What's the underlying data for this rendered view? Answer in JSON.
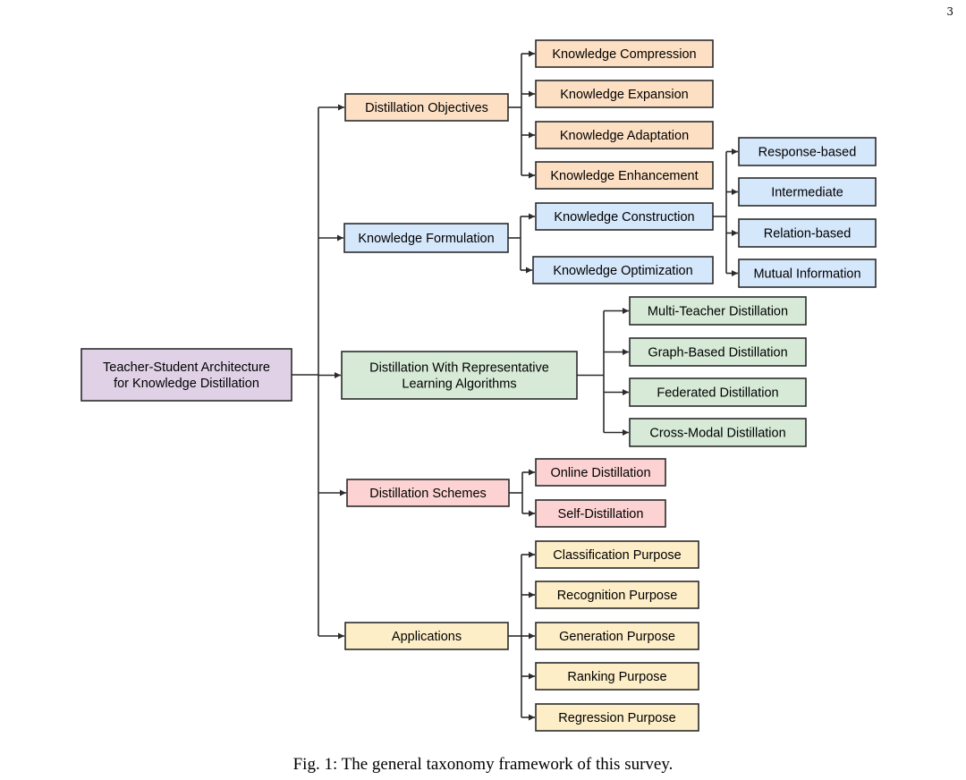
{
  "page_number": "3",
  "caption": "Fig. 1: The general taxonomy framework of this survey.",
  "colors": {
    "root": "#e0d1e7",
    "orange": "#fde0c4",
    "blue": "#d5e7fb",
    "green": "#d6ead7",
    "red": "#fcd3d2",
    "yellow": "#fdeec8",
    "stroke": "#2b2b2b"
  },
  "nodes": {
    "root": {
      "lines": [
        "Teacher-Student Architecture",
        "for Knowledge Distillation"
      ]
    },
    "distillation_objectives": {
      "lines": [
        "Distillation Objectives"
      ]
    },
    "knowledge_compression": {
      "lines": [
        "Knowledge Compression"
      ]
    },
    "knowledge_expansion": {
      "lines": [
        "Knowledge Expansion"
      ]
    },
    "knowledge_adaptation": {
      "lines": [
        "Knowledge Adaptation"
      ]
    },
    "knowledge_enhancement": {
      "lines": [
        "Knowledge Enhancement"
      ]
    },
    "knowledge_formulation": {
      "lines": [
        "Knowledge Formulation"
      ]
    },
    "knowledge_construction": {
      "lines": [
        "Knowledge Construction"
      ]
    },
    "knowledge_optimization": {
      "lines": [
        "Knowledge Optimization"
      ]
    },
    "response_based": {
      "lines": [
        "Response-based"
      ]
    },
    "intermediate": {
      "lines": [
        "Intermediate"
      ]
    },
    "relation_based": {
      "lines": [
        "Relation-based"
      ]
    },
    "mutual_information": {
      "lines": [
        "Mutual Information"
      ]
    },
    "representative_learning": {
      "lines": [
        "Distillation With Representative",
        "Learning Algorithms"
      ]
    },
    "multi_teacher": {
      "lines": [
        "Multi-Teacher Distillation"
      ]
    },
    "graph_based": {
      "lines": [
        "Graph-Based Distillation"
      ]
    },
    "federated": {
      "lines": [
        "Federated Distillation"
      ]
    },
    "cross_modal": {
      "lines": [
        "Cross-Modal Distillation"
      ]
    },
    "distillation_schemes": {
      "lines": [
        "Distillation Schemes"
      ]
    },
    "online_distillation": {
      "lines": [
        "Online Distillation"
      ]
    },
    "self_distillation": {
      "lines": [
        "Self-Distillation"
      ]
    },
    "applications": {
      "lines": [
        "Applications"
      ]
    },
    "classification_purpose": {
      "lines": [
        "Classification Purpose"
      ]
    },
    "recognition_purpose": {
      "lines": [
        "Recognition Purpose"
      ]
    },
    "generation_purpose": {
      "lines": [
        "Generation Purpose"
      ]
    },
    "ranking_purpose": {
      "lines": [
        "Ranking Purpose"
      ]
    },
    "regression_purpose": {
      "lines": [
        "Regression Purpose"
      ]
    }
  },
  "edges": [
    [
      "root",
      "distillation_objectives"
    ],
    [
      "root",
      "knowledge_formulation"
    ],
    [
      "root",
      "representative_learning"
    ],
    [
      "root",
      "distillation_schemes"
    ],
    [
      "root",
      "applications"
    ],
    [
      "distillation_objectives",
      "knowledge_compression"
    ],
    [
      "distillation_objectives",
      "knowledge_expansion"
    ],
    [
      "distillation_objectives",
      "knowledge_adaptation"
    ],
    [
      "distillation_objectives",
      "knowledge_enhancement"
    ],
    [
      "knowledge_formulation",
      "knowledge_construction"
    ],
    [
      "knowledge_formulation",
      "knowledge_optimization"
    ],
    [
      "knowledge_construction",
      "response_based"
    ],
    [
      "knowledge_construction",
      "intermediate"
    ],
    [
      "knowledge_construction",
      "relation_based"
    ],
    [
      "knowledge_construction",
      "mutual_information"
    ],
    [
      "representative_learning",
      "multi_teacher"
    ],
    [
      "representative_learning",
      "graph_based"
    ],
    [
      "representative_learning",
      "federated"
    ],
    [
      "representative_learning",
      "cross_modal"
    ],
    [
      "distillation_schemes",
      "online_distillation"
    ],
    [
      "distillation_schemes",
      "self_distillation"
    ],
    [
      "applications",
      "classification_purpose"
    ],
    [
      "applications",
      "recognition_purpose"
    ],
    [
      "applications",
      "generation_purpose"
    ],
    [
      "applications",
      "ranking_purpose"
    ],
    [
      "applications",
      "regression_purpose"
    ]
  ]
}
